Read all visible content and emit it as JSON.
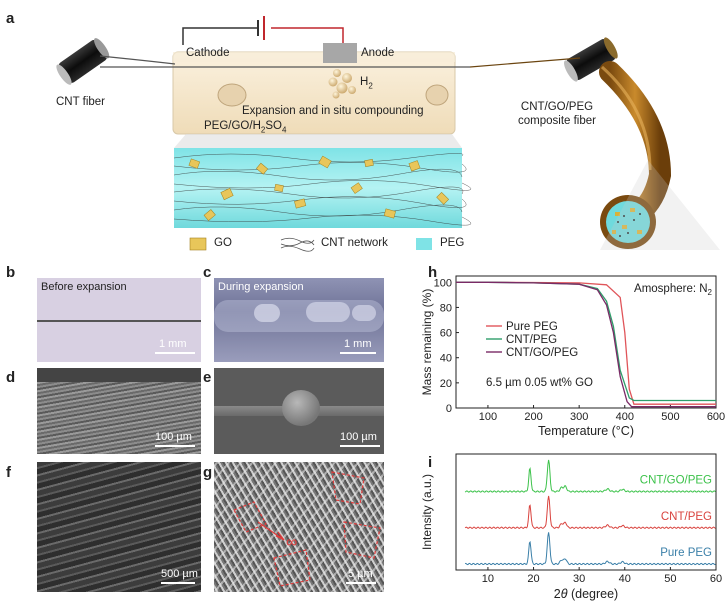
{
  "panel_a": {
    "letter": "a",
    "cathode": "Cathode",
    "anode": "Anode",
    "h2_main": "H",
    "h2_sub": "2",
    "cnt_fiber": "CNT fiber",
    "process": "Expansion and in situ compounding",
    "electrolyte_main": "PEG/GO/H",
    "electrolyte_sub1": "2",
    "electrolyte_mid": "SO",
    "electrolyte_sub2": "4",
    "composite_line1": "CNT/GO/PEG",
    "composite_line2": "composite fiber",
    "legend": [
      "GO",
      "CNT network",
      "PEG"
    ]
  },
  "panel_b": {
    "letter": "b",
    "title": "Before expansion",
    "scale": "1 mm"
  },
  "panel_c": {
    "letter": "c",
    "title": "During expansion",
    "scale": "1 mm"
  },
  "panel_d": {
    "letter": "d",
    "scale": "100 µm"
  },
  "panel_e": {
    "letter": "e",
    "scale": "100 µm"
  },
  "panel_f": {
    "letter": "f",
    "scale": "500 µm"
  },
  "panel_g": {
    "letter": "g",
    "scale": "5 µm"
  },
  "panel_h": {
    "letter": "h"
  },
  "panel_i": {
    "letter": "i"
  },
  "chart_data": [
    {
      "type": "line",
      "panel": "h",
      "xlabel": "Temperature (°C)",
      "ylabel": "Mass remaining (%)",
      "xlim": [
        30,
        600
      ],
      "ylim": [
        0,
        105
      ],
      "xticks": [
        100,
        200,
        300,
        400,
        500,
        600
      ],
      "yticks": [
        0,
        20,
        40,
        60,
        80,
        100
      ],
      "annotation_main": "Amosphere: N",
      "annotation_sub": "2",
      "note": "6.5 µm 0.05 wt% GO",
      "series": [
        {
          "name": "Pure PEG",
          "color": "#e0555a",
          "x": [
            30,
            100,
            200,
            300,
            360,
            390,
            400,
            410,
            420,
            600
          ],
          "y": [
            100,
            100,
            99.8,
            99.5,
            98,
            88,
            60,
            15,
            3,
            3
          ]
        },
        {
          "name": "CNT/PEG",
          "color": "#2e9e6a",
          "x": [
            30,
            100,
            200,
            300,
            340,
            360,
            375,
            390,
            410,
            420,
            600
          ],
          "y": [
            100,
            100,
            99.5,
            98.5,
            95,
            85,
            65,
            30,
            8,
            6,
            6
          ]
        },
        {
          "name": "CNT/GO/PEG",
          "color": "#7a2a66",
          "x": [
            30,
            100,
            200,
            300,
            340,
            360,
            375,
            390,
            405,
            415,
            600
          ],
          "y": [
            100,
            100,
            99.5,
            98.5,
            94,
            82,
            60,
            25,
            5,
            1,
            1
          ]
        }
      ]
    },
    {
      "type": "line",
      "panel": "i",
      "xlabel_main": "θ",
      "xlabel_prefix": "2",
      "xlabel_suffix": " (degree)",
      "ylabel": "Intensity (a.u.)",
      "xlim": [
        3,
        60
      ],
      "xticks": [
        10,
        20,
        30,
        40,
        50,
        60
      ],
      "series": [
        {
          "name": "CNT/GO/PEG",
          "color": "#3cc24a",
          "offset": 2.0
        },
        {
          "name": "CNT/PEG",
          "color": "#d9433e",
          "offset": 1.0
        },
        {
          "name": "Pure PEG",
          "color": "#3a7fa8",
          "offset": 0.0
        }
      ],
      "peaks": [
        [
          19.2,
          0.55,
          0.35
        ],
        [
          23.3,
          0.75,
          0.4
        ],
        [
          26.2,
          0.1,
          0.5
        ],
        [
          27,
          0.12,
          0.4
        ],
        [
          36.2,
          0.06,
          0.6
        ],
        [
          39.5,
          0.05,
          0.6
        ]
      ]
    }
  ]
}
